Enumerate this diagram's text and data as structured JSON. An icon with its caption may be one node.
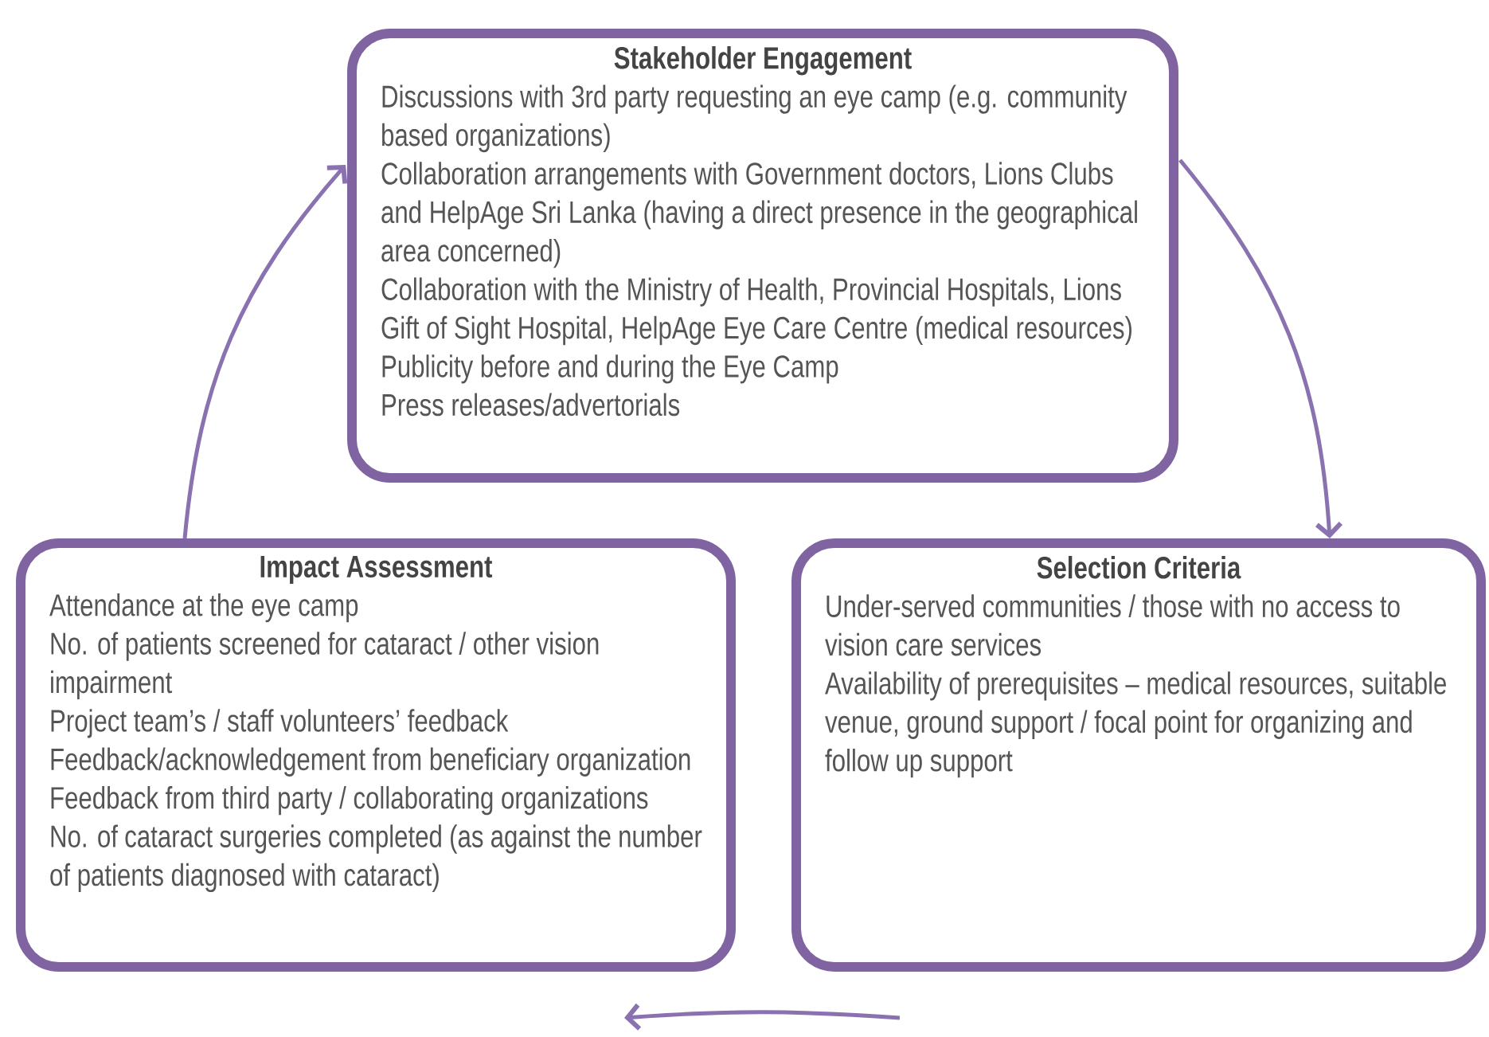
{
  "diagram": {
    "nodes": [
      {
        "text": [
          "Stakeholder Engagement",
          "Discussions with 3rd party requesting an eye camp (e.g. community based organizations)",
          "Collaboration arrangements with Government doctors, Lions Clubs and HelpAge Sri Lanka (having a direct presence in the geographical area concerned)",
          "Collaboration with the Ministry of Health, Provincial Hospitals, Lions Gift of Sight Hospital, HelpAge Eye Care Centre (medical resources)",
          "Publicity before and during the Eye Camp",
          "Press releases/advertorials"
        ]
      },
      {
        "text": [
          "Impact Assessment",
          "Attendance at the eye camp",
          "No. of patients screened for cataract / other vision impairment",
          "Project team’s / staff volunteers’ feedback",
          "Feedback/acknowledgement from beneficiary organization",
          "Feedback from third party / collaborating organizations",
          "No. of cataract surgeries completed (as against the number of patients diagnosed with cataract)"
        ]
      },
      {
        "text": [
          "Selection Criteria",
          "Under-served communities / those with no access to vision care services",
          "Availability of prerequisites – medical resources, suitable venue, ground support / focal point for organizing and follow up support"
        ]
      }
    ],
    "edges": [
      {
        "from": 1,
        "to": 0,
        "arrow": "to"
      },
      {
        "from": 0,
        "to": 2,
        "arrow": "to"
      },
      {
        "from": 2,
        "to": 1,
        "arrow": "to"
      }
    ]
  }
}
